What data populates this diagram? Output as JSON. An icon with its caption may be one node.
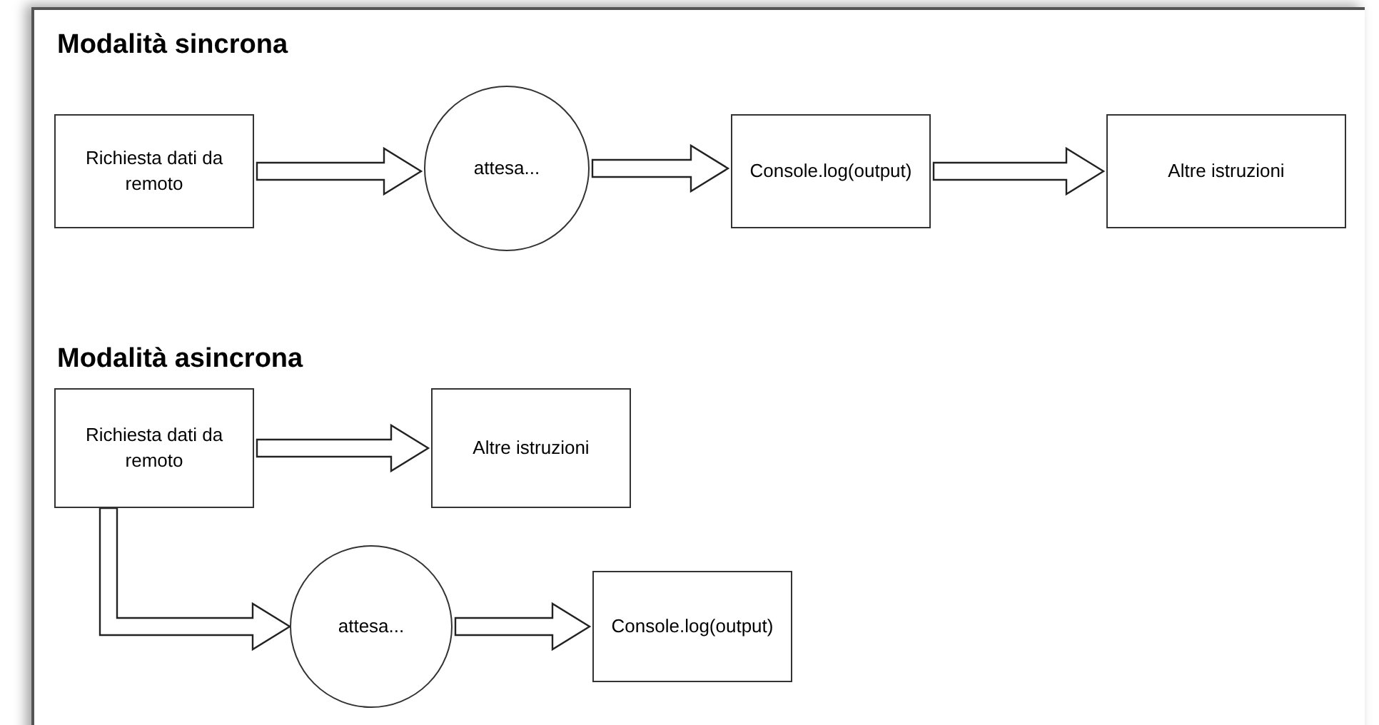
{
  "diagram": {
    "nodes": [
      {
        "text": [
          "Richiesta dati da remoto"
        ]
      },
      {
        "text": [
          "attesa..."
        ]
      },
      {
        "text": [
          "Console.log(output)"
        ]
      },
      {
        "text": [
          "Altre istruzioni"
        ]
      },
      {
        "text": [
          "Richiesta dati da remoto"
        ]
      },
      {
        "text": [
          "Altre istruzioni"
        ]
      },
      {
        "text": [
          "attesa..."
        ]
      },
      {
        "text": [
          "Console.log(output)"
        ]
      }
    ],
    "edges": [
      {
        "from": 0,
        "to": 1,
        "arrow": "to"
      },
      {
        "from": 1,
        "to": 2,
        "arrow": "to"
      },
      {
        "from": 2,
        "to": 3,
        "arrow": "to"
      },
      {
        "from": 4,
        "to": 5,
        "arrow": "to"
      },
      {
        "from": 4,
        "to": 6,
        "arrow": "to"
      },
      {
        "from": 6,
        "to": 7,
        "arrow": "to"
      }
    ],
    "labels": [
      "Modalità sincrona",
      "Modalità asincrona"
    ]
  }
}
